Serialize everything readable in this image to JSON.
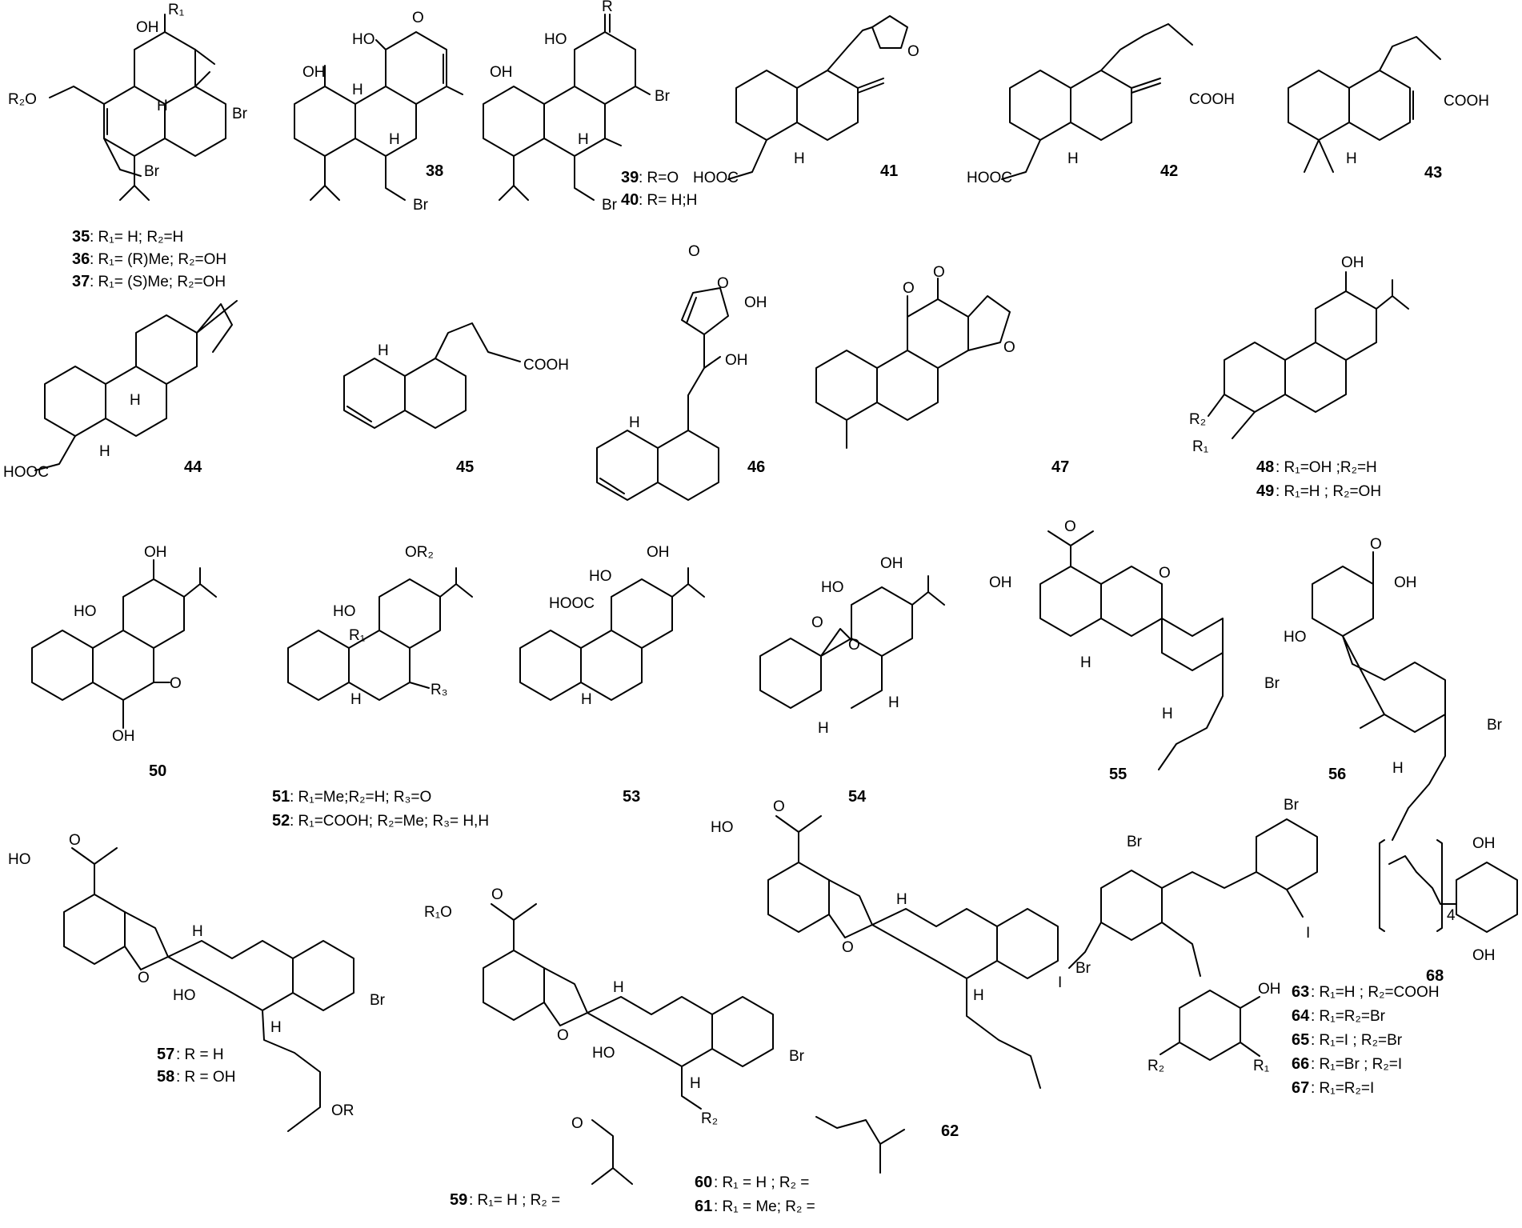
{
  "compounds": {
    "c35": "35",
    "c36": "36",
    "c37": "37",
    "c38": "38",
    "c39": "39",
    "c40": "40",
    "c41": "41",
    "c42": "42",
    "c43": "43",
    "c44": "44",
    "c45": "45",
    "c46": "46",
    "c47": "47",
    "c48": "48",
    "c49": "49",
    "c50": "50",
    "c51": "51",
    "c52": "52",
    "c53": "53",
    "c54": "54",
    "c55": "55",
    "c56": "56",
    "c57": "57",
    "c58": "58",
    "c59": "59",
    "c60": "60",
    "c61": "61",
    "c62": "62",
    "c63": "63",
    "c64": "64",
    "c65": "65",
    "c66": "66",
    "c67": "67",
    "c68": "68"
  },
  "legends": {
    "l35": ": R₁= H; R₂=H",
    "l36": ": R₁= (R)Me; R₂=OH",
    "l37": ": R₁= (S)Me; R₂=OH",
    "l39": ": R=O",
    "l40": ": R= H;H",
    "l48": ": R₁=OH ;R₂=H",
    "l49": ": R₁=H ; R₂=OH",
    "l51": ": R₁=Me;R₂=H; R₃=O",
    "l52": ": R₁=COOH; R₂=Me; R₃= H,H",
    "l57": ": R = H",
    "l58": ": R = OH",
    "l59": ": R₁= H ; R₂ =",
    "l60": ": R₁ = H ; R₂ =",
    "l61": ": R₁ = Me; R₂ =",
    "l63": ": R₁=H ; R₂=COOH",
    "l64": ": R₁=R₂=Br",
    "l65": ": R₁=I ; R₂=Br",
    "l66": ": R₁=Br ; R₂=I",
    "l67": ": R₁=R₂=I"
  },
  "atoms": {
    "OH": "OH",
    "HO": "HO",
    "O": "O",
    "H": "H",
    "Br": "Br",
    "I": "I",
    "COOH": "COOH",
    "HOOC": "HOOC",
    "R": "R",
    "R1": "R₁",
    "R2": "R₂",
    "R3": "R₃",
    "R1O": "R₁O",
    "R2O": "R₂O",
    "OR2": "OR₂",
    "OR": "OR",
    "n4": "4"
  }
}
